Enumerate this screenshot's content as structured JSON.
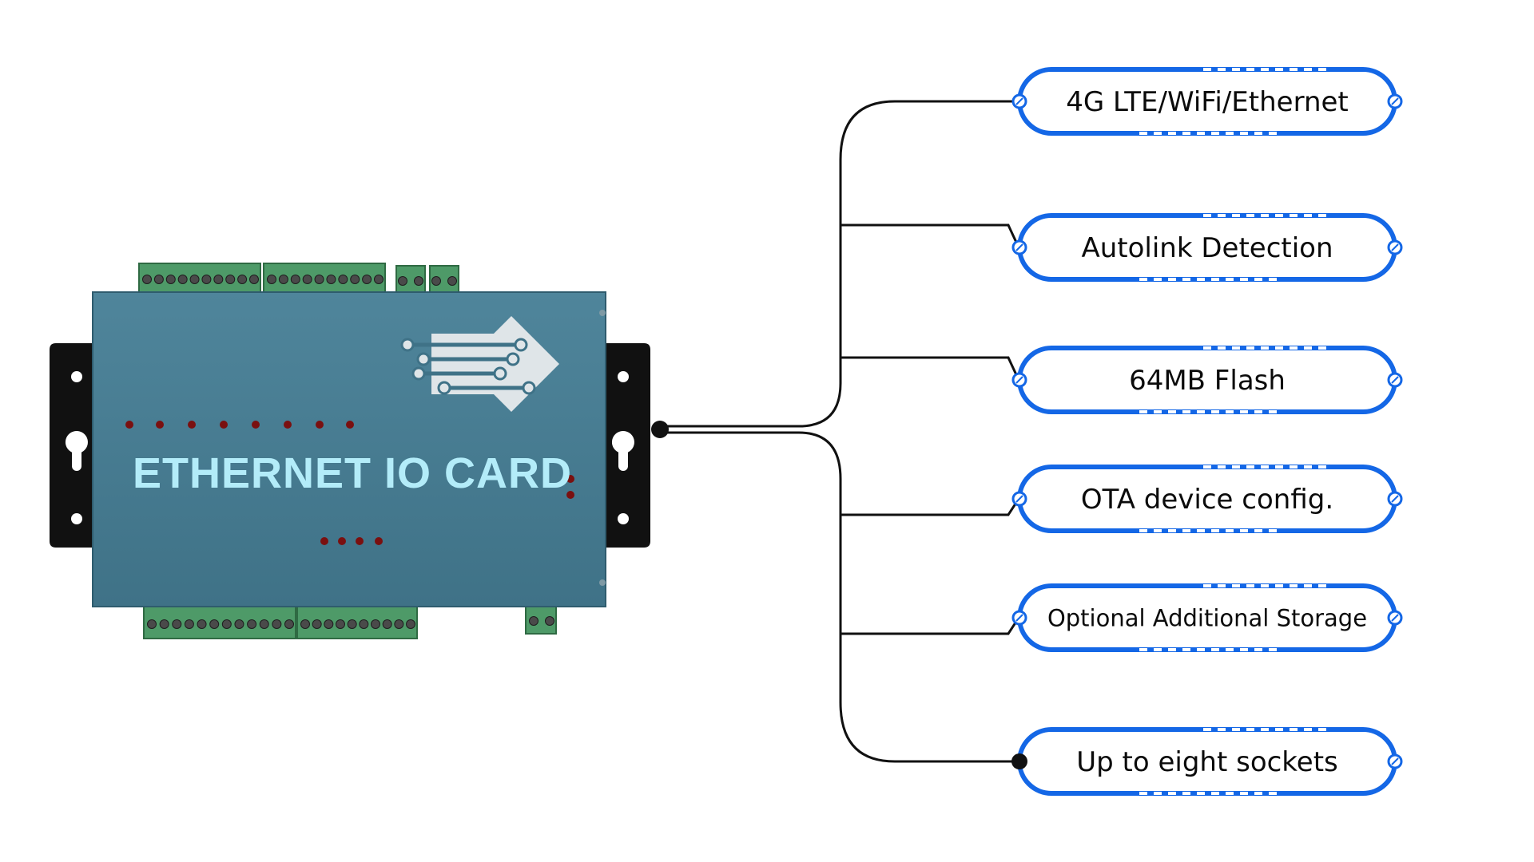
{
  "device": {
    "title": "ETHERNET IO CARD",
    "colors": {
      "case": "#457c92",
      "bracket": "#101010",
      "terminal": "#4e9a68",
      "led": "#7a1010",
      "logo": "#dfe5e8"
    }
  },
  "features": [
    {
      "label": "4G LTE/WiFi/Ethernet"
    },
    {
      "label": "Autolink Detection"
    },
    {
      "label": "64MB Flash"
    },
    {
      "label": "OTA device config."
    },
    {
      "label": "Optional Additional Storage"
    },
    {
      "label": "Up to eight sockets"
    }
  ],
  "colors": {
    "pill_border": "#1467e6",
    "connector": "#111111",
    "background": "#ffffff"
  }
}
